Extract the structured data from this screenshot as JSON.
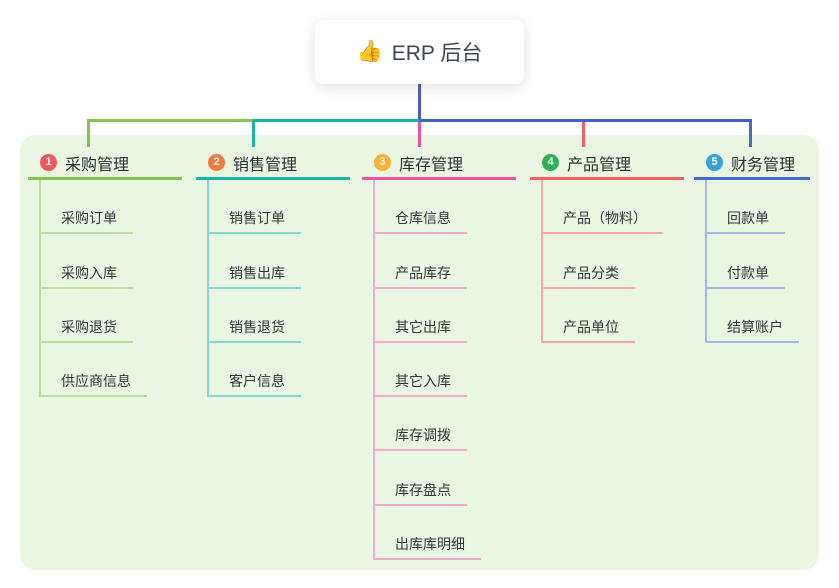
{
  "root": {
    "icon": "👍",
    "title": "ERP 后台"
  },
  "colors": {
    "panel_bg": "#e9f6e2",
    "card_bg": "#ffffff",
    "root_connector": "#5059c5",
    "bus_right": "#4160cb",
    "root_text": "#3d4753",
    "title_text": "#2b2f33",
    "child_text": "#333639"
  },
  "branches": [
    {
      "num": "1",
      "label": "采购管理",
      "circle_color": "#ef5660",
      "line_color": "#85c351",
      "child_line_color": "#bcdf94",
      "children": [
        "采购订单",
        "采购入库",
        "采购退货",
        "供应商信息"
      ]
    },
    {
      "num": "2",
      "label": "销售管理",
      "circle_color": "#f4793f",
      "line_color": "#16b5a9",
      "child_line_color": "#83d9d2",
      "children": [
        "销售订单",
        "销售出库",
        "销售退货",
        "客户信息"
      ]
    },
    {
      "num": "3",
      "label": "库存管理",
      "circle_color": "#f9b234",
      "line_color": "#ef4f9f",
      "child_line_color": "#f6a8d0",
      "children": [
        "仓库信息",
        "产品库存",
        "其它出库",
        "其它入库",
        "库存调拨",
        "库存盘点",
        "出库库明细"
      ]
    },
    {
      "num": "4",
      "label": "产品管理",
      "circle_color": "#2eb053",
      "line_color": "#f75f61",
      "child_line_color": "#f9a6a4",
      "children": [
        "产品（物料）",
        "产品分类",
        "产品单位"
      ]
    },
    {
      "num": "5",
      "label": "财务管理",
      "circle_color": "#35a2d8",
      "line_color": "#4169cf",
      "child_line_color": "#a3b8e8",
      "children": [
        "回款单",
        "付款单",
        "结算账户"
      ]
    }
  ]
}
